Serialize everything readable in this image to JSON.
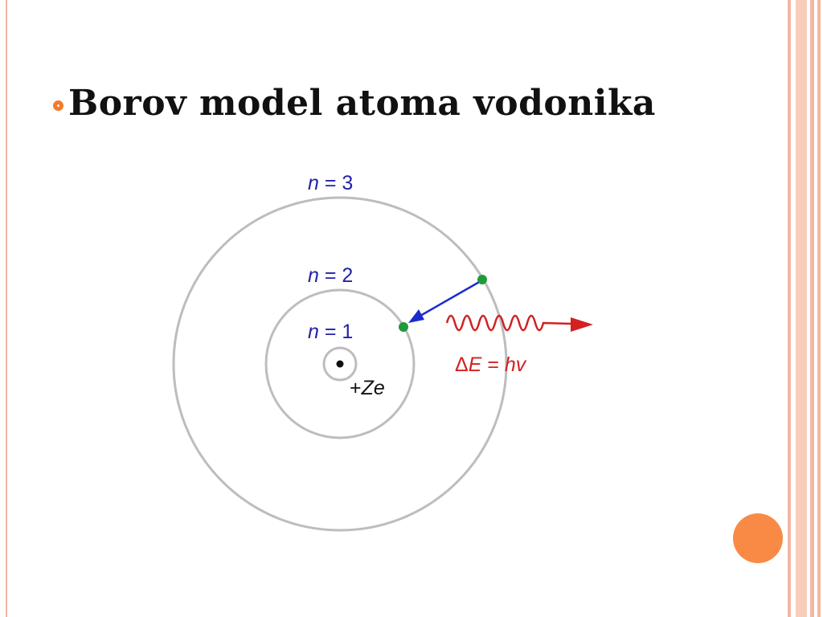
{
  "slide": {
    "title": "Borov model atoma vodonika"
  },
  "diagram": {
    "orbit_labels": [
      {
        "n": "n",
        "eq": " = 3"
      },
      {
        "n": "n",
        "eq": " = 2"
      },
      {
        "n": "n",
        "eq": " = 1"
      }
    ],
    "nucleus_label": {
      "sign": "+",
      "var": "Ze"
    },
    "energy_label": {
      "delta": "Δ",
      "E": "E",
      "eq": " = ",
      "h": "hv"
    },
    "colors": {
      "orbit": "#bdbdbd",
      "electron": "#1e9a3a",
      "transition_arrow": "#1c2bd0",
      "photon": "#d42020",
      "label_blue": "#2222aa",
      "accent": "#f47b2a"
    }
  }
}
